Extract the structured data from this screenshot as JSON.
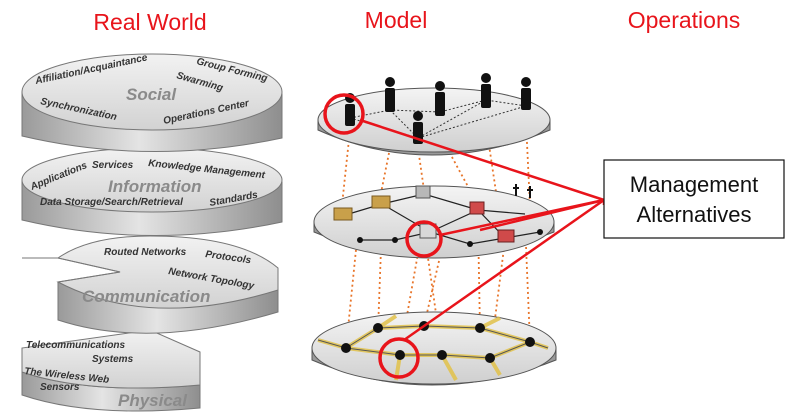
{
  "headers": {
    "real_world": "Real World",
    "model": "Model",
    "operations": "Operations"
  },
  "layers": {
    "social": {
      "title": "Social",
      "items": [
        "Affiliation/Acquaintance",
        "Group Forming",
        "Swarming",
        "Synchronization",
        "Operations Center"
      ]
    },
    "information": {
      "title": "Information",
      "items": [
        "Applications",
        "Services",
        "Knowledge Management",
        "Data Storage/Search/Retrieval",
        "Standards"
      ]
    },
    "communication": {
      "title": "Communication",
      "items": [
        "Routed Networks",
        "Protocols",
        "Network Topology"
      ]
    },
    "physical": {
      "title": "Physical",
      "items": [
        "Telecommunications",
        "Systems",
        "The Wireless Web",
        "Sensors"
      ]
    }
  },
  "callout": {
    "line1": "Management",
    "line2": "Alternatives"
  },
  "colors": {
    "header_red": "#e8141b",
    "highlight_red": "#e8141b",
    "link_orange": "#e8752a",
    "disk_gray": "#d9d9d9"
  }
}
